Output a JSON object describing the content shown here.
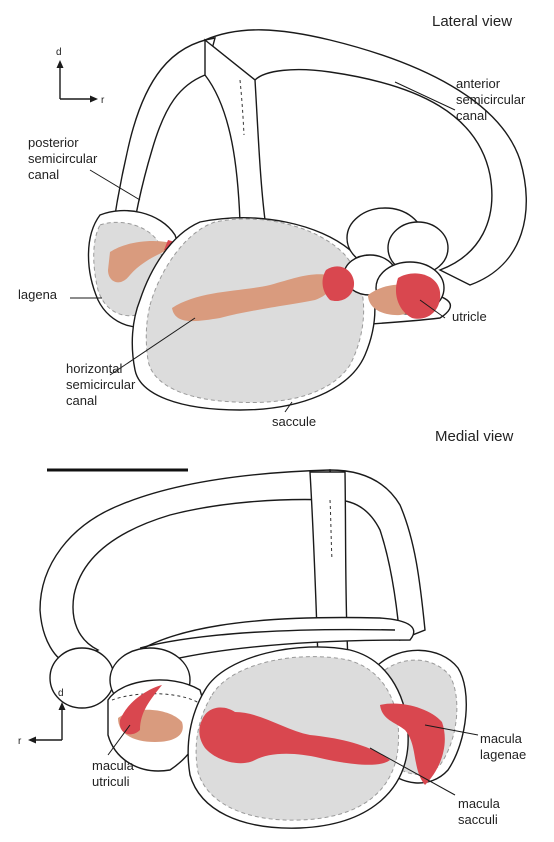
{
  "views": {
    "lateral": "Lateral view",
    "medial": "Medial view"
  },
  "axes": {
    "top": {
      "dorsal": "d",
      "rostral": "r"
    },
    "bottom": {
      "dorsal": "d",
      "rostral": "r"
    }
  },
  "lateral_labels": {
    "anterior_canal": [
      "anterior",
      "semicircular",
      "canal"
    ],
    "posterior_canal": [
      "posterior",
      "semicircular",
      "canal"
    ],
    "lagena": "lagena",
    "utricle": "utricle",
    "horizontal_canal": [
      "horizontal",
      "semicircular",
      "canal"
    ],
    "saccule": "saccule"
  },
  "medial_labels": {
    "macula_lagenae": [
      "macula",
      "lagenae"
    ],
    "macula_utriculi": [
      "macula",
      "utriculi"
    ],
    "macula_sacculi": [
      "macula",
      "sacculi"
    ]
  },
  "colors": {
    "sensory_red": "#d9474f",
    "sensory_tan": "#d99b7e",
    "otolith_grey": "#dcdcdc",
    "outline": "#1a1a1a"
  }
}
